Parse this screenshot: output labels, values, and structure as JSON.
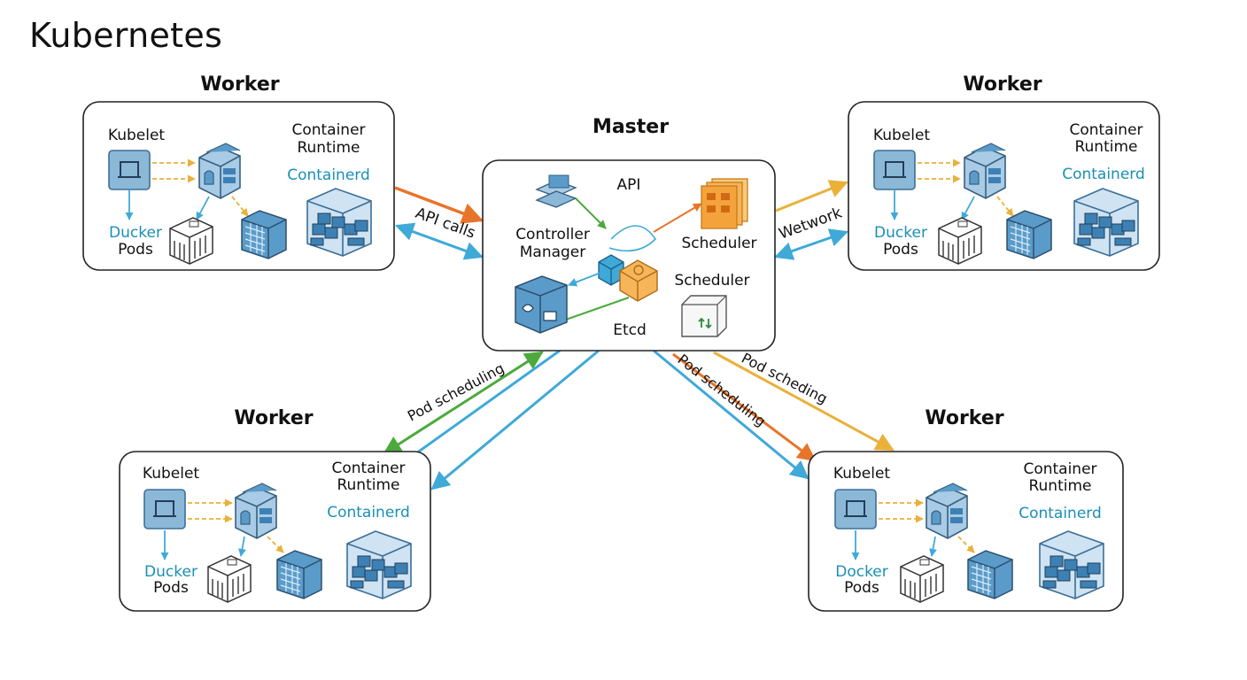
{
  "title": "Kubernetes",
  "master": {
    "title": "Master",
    "api": "API",
    "controller_manager": [
      "Controller",
      "Manager"
    ],
    "scheduler_1": "Scheduler",
    "scheduler_2": "Scheduler",
    "etcd": "Etcd"
  },
  "workers": [
    {
      "title": "Worker",
      "kubelet": "Kubelet",
      "container_runtime": [
        "Container",
        "Runtime"
      ],
      "containerd": "Containerd",
      "docker": "Ducker",
      "pods": "Pods"
    },
    {
      "title": "Worker",
      "kubelet": "Kubelet",
      "container_runtime": [
        "Container",
        "Runtime"
      ],
      "containerd": "Containerd",
      "docker": "Ducker",
      "pods": "Pods"
    },
    {
      "title": "Worker",
      "kubelet": "Kubelet",
      "container_runtime": [
        "Container",
        "Runtime"
      ],
      "containerd": "Containerd",
      "docker": "Ducker",
      "pods": "Pods"
    },
    {
      "title": "Worker",
      "kubelet": "Kubelet",
      "container_runtime": [
        "Container",
        "Runtime"
      ],
      "containerd": "Containerd",
      "docker": "Docker",
      "pods": "Pods"
    }
  ],
  "edge_labels": {
    "api_calls": "API calls",
    "network": "Wetwork",
    "pod_scheduling_left": "Pod scheduling",
    "pod_scheduling_right_1": "Pod scheduling",
    "pod_scheduling_right_2": "Pod scheding"
  },
  "colors": {
    "orange": "#e8742a",
    "yellow": "#eab13a",
    "blue": "#3fa9d8",
    "green": "#4caa3c",
    "teal_text": "#1a8fb5",
    "icon_blue": "#5b9bc9",
    "icon_orange": "#f4a33c"
  }
}
